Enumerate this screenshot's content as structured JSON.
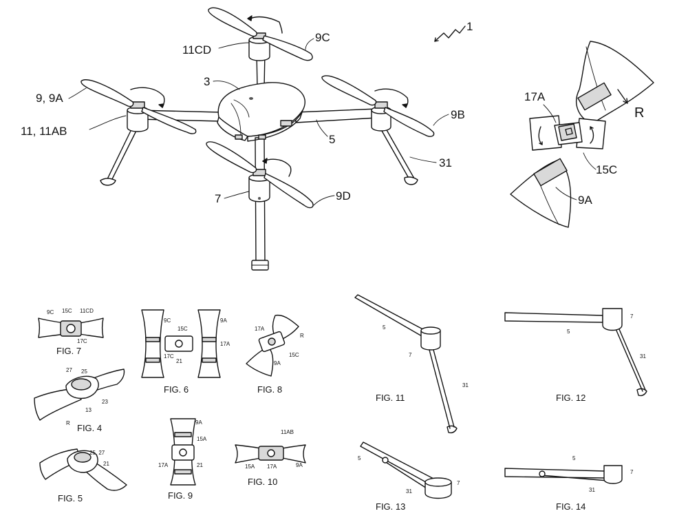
{
  "main_figure": {
    "ref_numeral": "1",
    "labels": {
      "prop_upper_left": "9, 9A",
      "motor_left": "11, 11AB",
      "motor_top": "11CD",
      "body": "3",
      "prop_top": "9C",
      "frame": "5",
      "prop_right": "9B",
      "leg_right": "31",
      "motor_bottom": "7",
      "prop_bottom": "9D"
    }
  },
  "detail_inset": {
    "labels": {
      "clip": "17A",
      "rotation": "R",
      "hub": "15C",
      "blade": "9A"
    }
  },
  "figures": {
    "fig7": {
      "caption": "FIG. 7",
      "labels": [
        "9C",
        "15C",
        "11CD",
        "17C"
      ]
    },
    "fig4": {
      "caption": "FIG. 4",
      "labels": [
        "27",
        "25",
        "23",
        "13",
        "R"
      ]
    },
    "fig5": {
      "caption": "FIG. 5",
      "labels": [
        "25, 27",
        "21"
      ]
    },
    "fig6": {
      "caption": "FIG. 6",
      "labels": [
        "9C",
        "15C",
        "17C",
        "21",
        "9A",
        "17A"
      ]
    },
    "fig8": {
      "caption": "FIG. 8",
      "labels": [
        "17A",
        "R",
        "15C",
        "9A"
      ]
    },
    "fig9": {
      "caption": "FIG. 9",
      "labels": [
        "9A",
        "15A",
        "17A",
        "21"
      ]
    },
    "fig10": {
      "caption": "FIG. 10",
      "labels": [
        "11AB",
        "15A",
        "17A",
        "9A"
      ]
    },
    "fig11": {
      "caption": "FIG. 11",
      "labels": [
        "5",
        "7",
        "31"
      ]
    },
    "fig12": {
      "caption": "FIG. 12",
      "labels": [
        "5",
        "7",
        "31"
      ]
    },
    "fig13": {
      "caption": "FIG. 13",
      "labels": [
        "5",
        "31",
        "7"
      ]
    },
    "fig14": {
      "caption": "FIG. 14",
      "labels": [
        "5",
        "7",
        "31"
      ]
    }
  }
}
